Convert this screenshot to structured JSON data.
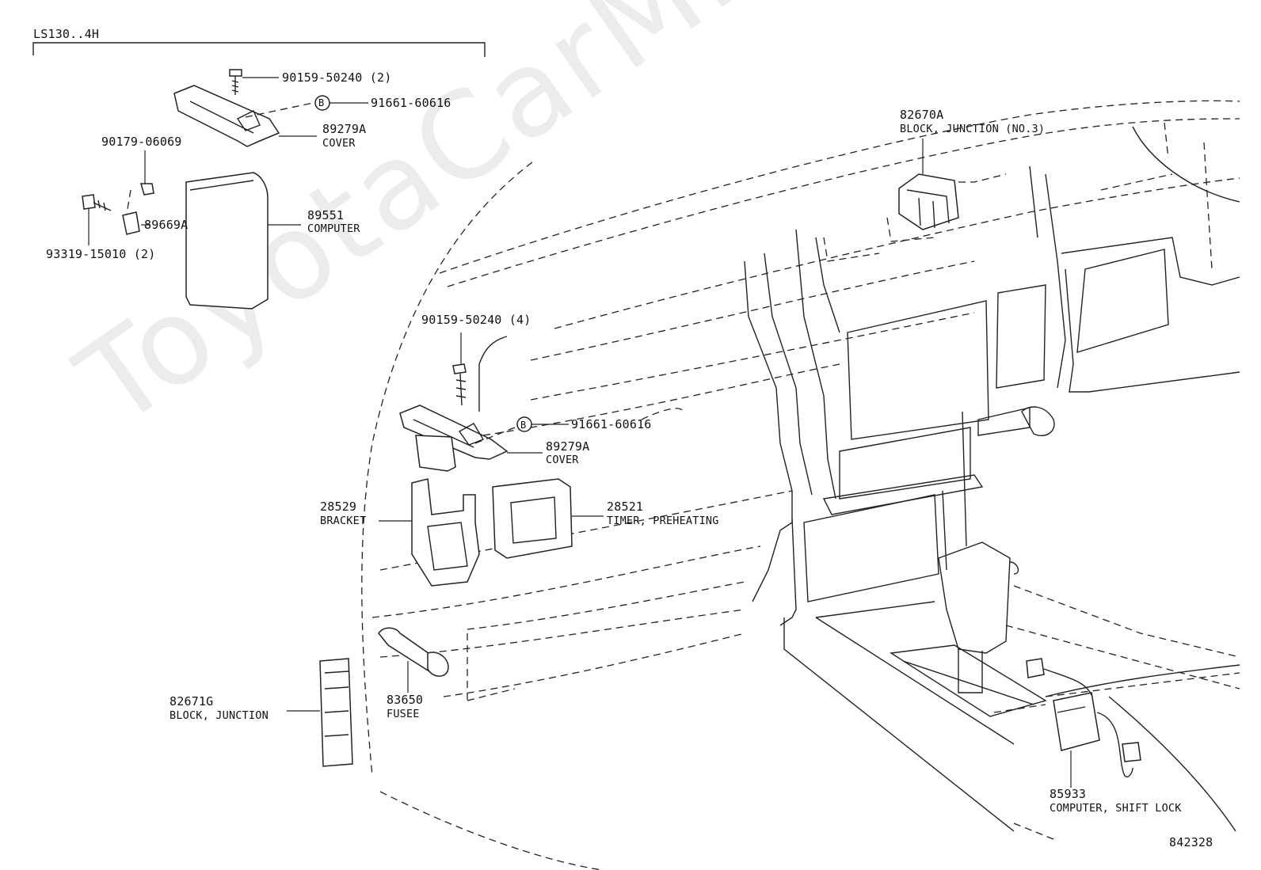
{
  "header": {
    "model_code": "LS130..4H",
    "drawing_number": "842328"
  },
  "watermark": {
    "text": "ToyotaCarMine.ru",
    "color": "#d6d6d6"
  },
  "callouts": {
    "inset_bolt": {
      "part": "90159-50240 (2)"
    },
    "inset_clip": {
      "part": "91661-60616",
      "marker": "B"
    },
    "inset_cover": {
      "part": "89279A",
      "name": "COVER"
    },
    "inset_nut": {
      "part": "90179-06069"
    },
    "inset_bracket": {
      "part": "89669A"
    },
    "inset_screw": {
      "part": "93319-15010 (2)"
    },
    "inset_computer": {
      "part": "89551",
      "name": "COMPUTER"
    },
    "block_junction_no3": {
      "part": "82670A",
      "name": "BLOCK, JUNCTION (NO.3)"
    },
    "main_bolt": {
      "part": "90159-50240 (4)"
    },
    "main_clip": {
      "part": "91661-60616",
      "marker": "B"
    },
    "main_cover": {
      "part": "89279A",
      "name": "COVER"
    },
    "bracket": {
      "part": "28529",
      "name": "BRACKET"
    },
    "timer_preheating": {
      "part": "28521",
      "name": "TIMER, PREHEATING"
    },
    "block_junction": {
      "part": "82671G",
      "name": "BLOCK, JUNCTION"
    },
    "fusee": {
      "part": "83650",
      "name": "FUSEE"
    },
    "computer_shift_lock": {
      "part": "85933",
      "name": "COMPUTER, SHIFT LOCK"
    }
  }
}
